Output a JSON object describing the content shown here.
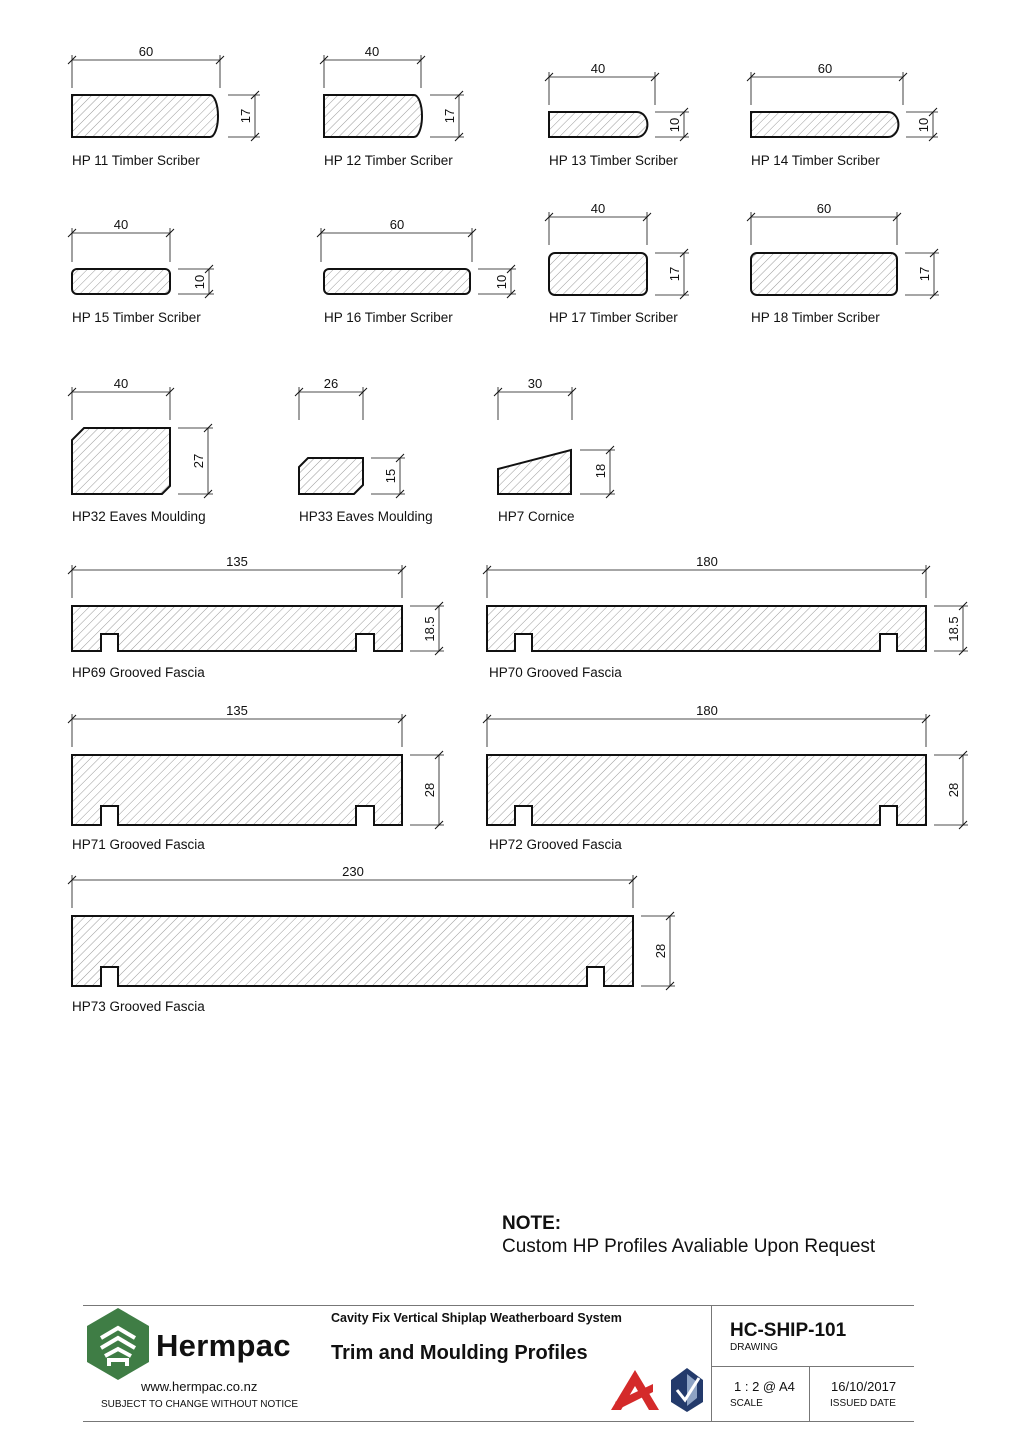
{
  "profiles": [
    {
      "name": "HP 11 Timber Scriber",
      "width": "60",
      "height": "17"
    },
    {
      "name": "HP 12 Timber Scriber",
      "width": "40",
      "height": "17"
    },
    {
      "name": "HP 13 Timber Scriber",
      "width": "40",
      "height": "10"
    },
    {
      "name": "HP 14 Timber Scriber",
      "width": "60",
      "height": "10"
    },
    {
      "name": "HP 15 Timber Scriber",
      "width": "40",
      "height": "10"
    },
    {
      "name": "HP 16 Timber Scriber",
      "width": "60",
      "height": "10"
    },
    {
      "name": "HP 17 Timber Scriber",
      "width": "40",
      "height": "17"
    },
    {
      "name": "HP 18 Timber Scriber",
      "width": "60",
      "height": "17"
    },
    {
      "name": "HP32 Eaves Moulding",
      "width": "40",
      "height": "27"
    },
    {
      "name": "HP33 Eaves Moulding",
      "width": "26",
      "height": "15"
    },
    {
      "name": "HP7 Cornice",
      "width": "30",
      "height": "18"
    },
    {
      "name": "HP69 Grooved Fascia",
      "width": "135",
      "height": "18.5"
    },
    {
      "name": "HP70 Grooved Fascia",
      "width": "180",
      "height": "18.5"
    },
    {
      "name": "HP71 Grooved Fascia",
      "width": "135",
      "height": "28"
    },
    {
      "name": "HP72 Grooved Fascia",
      "width": "180",
      "height": "28"
    },
    {
      "name": "HP73 Grooved Fascia",
      "width": "230",
      "height": "28"
    }
  ],
  "note": {
    "title": "NOTE:",
    "text": "Custom HP Profiles Avaliable Upon Request"
  },
  "title_block": {
    "company": "Hermpac",
    "website": "www.hermpac.co.nz",
    "subject_notice": "SUBJECT TO CHANGE WITHOUT NOTICE",
    "project": "Cavity Fix Vertical Shiplap Weatherboard System",
    "sheet_title": "Trim and Moulding Profiles",
    "drawing_number": "HC-SHIP-101",
    "drawing_label": "DRAWING",
    "scale": "1 : 2 @ A4",
    "scale_label": "SCALE",
    "issued_date": "16/10/2017",
    "issued_date_label": "ISSUED DATE"
  },
  "colors": {
    "brand_green": "#3f7d45",
    "line": "#111111",
    "hatch": "#9a9a9a",
    "branz_red": "#d42a2a",
    "codemark_blue": "#233a6b"
  },
  "icons": [
    "hermpac-logo-icon",
    "branz-appraised-icon",
    "codemark-icon"
  ]
}
